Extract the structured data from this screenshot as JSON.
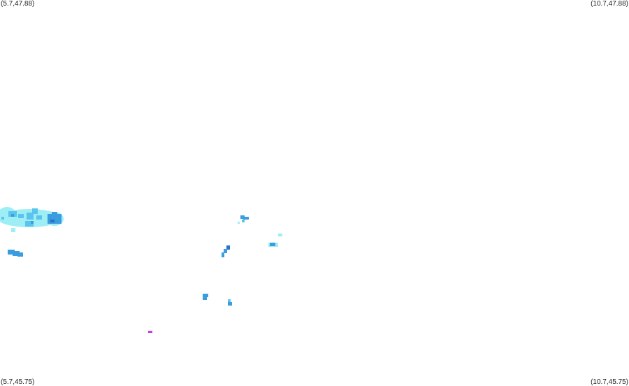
{
  "corners": {
    "top_left": "(5.7,47.88)",
    "top_right": "(10.7,47.88)",
    "bottom_left": "(5.7,45.75)",
    "bottom_right": "(10.7,45.75)"
  },
  "colors": {
    "background": "#ffffff",
    "light": "#9eeef5",
    "medium": "#5bc4ec",
    "strong": "#3a9de0",
    "heavy": "#2a72c8",
    "extreme": "#c040e0"
  }
}
